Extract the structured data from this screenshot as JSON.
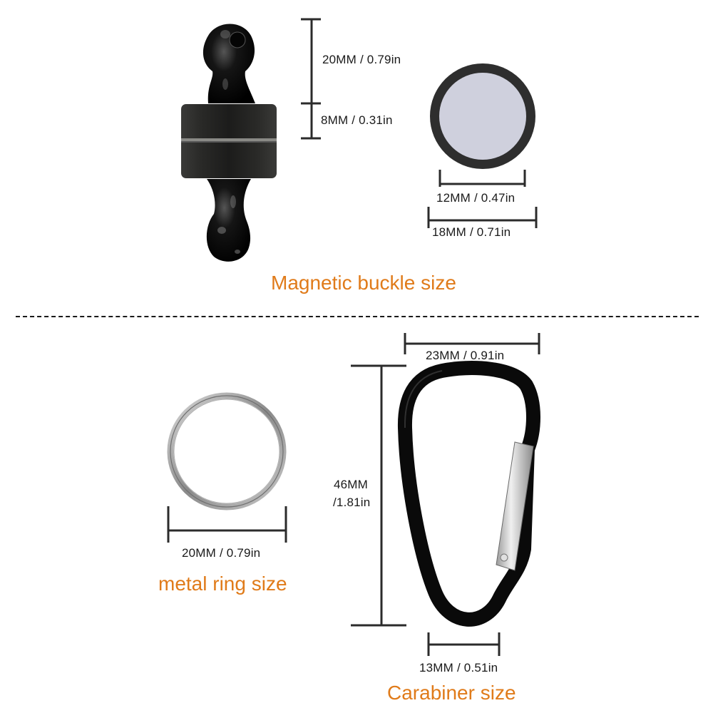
{
  "sections": {
    "magnetic_buckle": {
      "title": "Magnetic buckle size",
      "height_ball_label": "20MM / 0.79in",
      "height_body_label": "8MM / 0.31in",
      "inner_diameter_label": "12MM / 0.47in",
      "outer_diameter_label": "18MM / 0.71in"
    },
    "metal_ring": {
      "title": "metal ring size",
      "diameter_label": "20MM / 0.79in"
    },
    "carabiner": {
      "title": "Carabiner size",
      "width_label": "23MM / 0.91in",
      "height_label_line1": "46MM",
      "height_label_line2": "/1.81in",
      "gate_width_label": "13MM / 0.51in"
    }
  },
  "colors": {
    "title_orange": "#e07b1a",
    "dimension_line": "#2b2b2b",
    "magnet_face": "#cfd0dd",
    "magnet_rim": "#2e2e2e"
  }
}
